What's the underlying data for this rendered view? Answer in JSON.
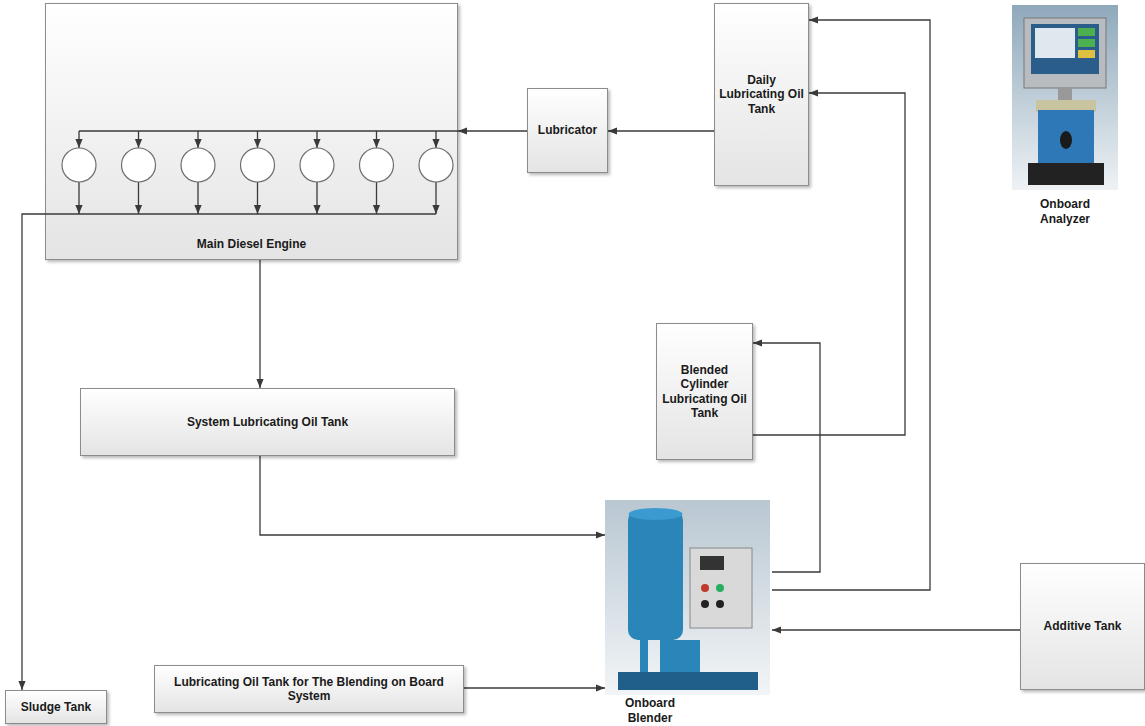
{
  "diagram": {
    "nodes": [
      {
        "text": [
          "Main Diesel Engine"
        ]
      },
      {
        "text": [
          "Lubricator"
        ]
      },
      {
        "text": [
          "Daily Lubricating Oil Tank"
        ]
      },
      {
        "text": [
          "Onboard Analyzer"
        ]
      },
      {
        "text": [
          "Blended Cylinder Lubricating Oil Tank"
        ]
      },
      {
        "text": [
          "System Lubricating Oil Tank"
        ]
      },
      {
        "text": [
          "Onboard Blender"
        ]
      },
      {
        "text": [
          "Additive Tank"
        ]
      },
      {
        "text": [
          "Sludge Tank"
        ]
      },
      {
        "text": [
          "Lubricating Oil Tank for The Blending on Board System"
        ]
      }
    ],
    "edges": [
      {
        "from": 2,
        "to": 1,
        "arrow": "to"
      },
      {
        "from": 1,
        "to": 0,
        "arrow": "to"
      },
      {
        "from": 0,
        "to": 5,
        "arrow": "to"
      },
      {
        "from": 0,
        "to": 8,
        "arrow": "to"
      },
      {
        "from": 5,
        "to": 6,
        "arrow": "to"
      },
      {
        "from": 9,
        "to": 6,
        "arrow": "to"
      },
      {
        "from": 7,
        "to": 6,
        "arrow": "to"
      },
      {
        "from": 6,
        "to": 4,
        "arrow": "to"
      },
      {
        "from": 6,
        "to": 2,
        "arrow": "to"
      },
      {
        "from": 4,
        "to": 2,
        "arrow": "to"
      }
    ]
  }
}
